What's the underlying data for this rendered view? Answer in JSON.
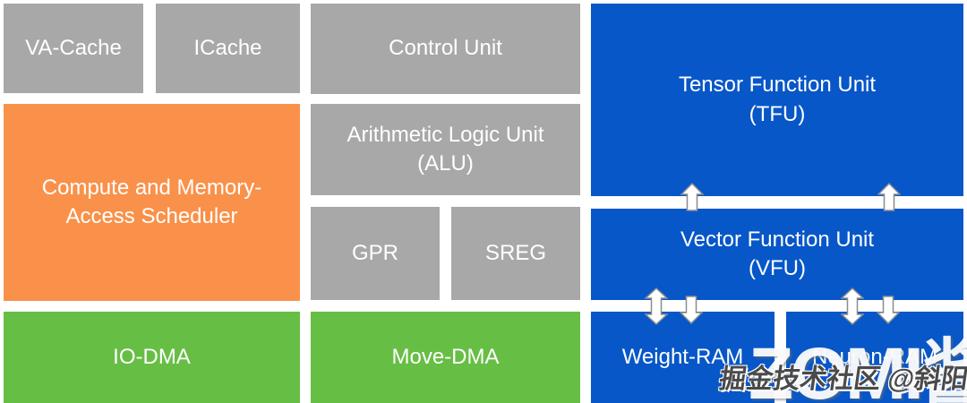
{
  "colors": {
    "gray": "#A8A8A8",
    "orange": "#F9914A",
    "blue": "#0757C8",
    "green": "#67BE45",
    "label": "#FFFFFF",
    "arrow-stroke": "#8C8C8C",
    "arrow-fill": "#FFFFFF"
  },
  "blocks": {
    "va_cache": "VA-Cache",
    "icache": "ICache",
    "control_unit": "Control Unit",
    "scheduler": "Compute and Memory-Access Scheduler",
    "alu_line1": "Arithmetic Logic Unit",
    "alu_line2": "(ALU)",
    "gpr": "GPR",
    "sreg": "SREG",
    "tfu_line1": "Tensor Function Unit",
    "tfu_line2": "(TFU)",
    "vfu_line1": "Vector Function Unit",
    "vfu_line2": "(VFU)",
    "io_dma": "IO-DMA",
    "move_dma": "Move-DMA",
    "weight_ram": "Weight-RAM",
    "neuron_ram": "Neuron-RAM"
  },
  "icons": {
    "tfu_vfu": [
      "up-arrow",
      "up-arrow"
    ],
    "vfu_weight_ram": [
      "double-vertical-arrow",
      "down-arrow"
    ],
    "vfu_neuron_ram": [
      "double-vertical-arrow",
      "down-arrow"
    ]
  },
  "watermark": {
    "big_text": "ZOMI酱",
    "credit": "掘金技术社区 @斜阳叟"
  }
}
